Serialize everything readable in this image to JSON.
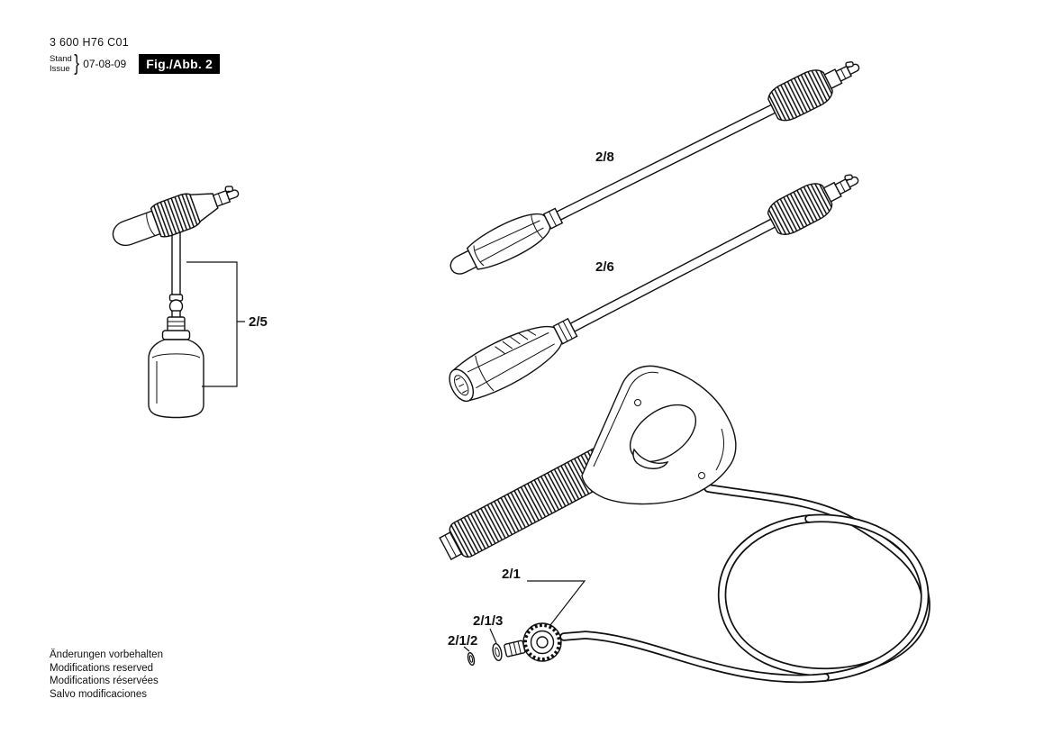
{
  "header": {
    "part_number": "3 600 H76 C01",
    "stand_label": "Stand",
    "issue_label": "Issue",
    "brace": "}",
    "date": "07-08-09",
    "figure_label": "Fig./Abb. 2"
  },
  "part_labels": {
    "p28": "2/8",
    "p26": "2/6",
    "p25": "2/5",
    "p21": "2/1",
    "p213": "2/1/3",
    "p212": "2/1/2"
  },
  "footer": {
    "lines": [
      "Änderungen vorbehalten",
      "Modifications reserved",
      "Modifications réservées",
      "Salvo modificaciones"
    ]
  },
  "colors": {
    "ink": "#111111",
    "paper": "#ffffff"
  }
}
